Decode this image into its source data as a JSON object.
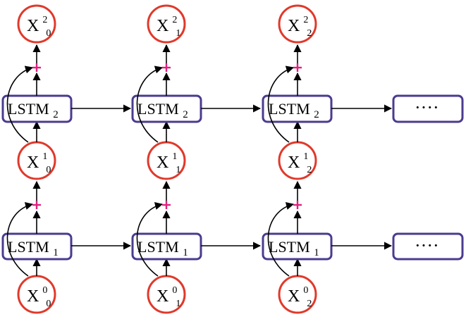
{
  "diagram": {
    "base_symbol": "X",
    "lstm_label": "LSTM",
    "ellipsis": "····",
    "colors": {
      "node_stroke": "#e0392b",
      "box_stroke": "#4b3b8f",
      "plus": "#e0207f",
      "arrow": "#000000"
    },
    "columns": [
      {
        "inputs": [
          {
            "sup": "0",
            "sub": "0"
          },
          {
            "sup": "1",
            "sub": "0"
          },
          {
            "sup": "2",
            "sub": "0"
          }
        ]
      },
      {
        "inputs": [
          {
            "sup": "0",
            "sub": "1"
          },
          {
            "sup": "1",
            "sub": "1"
          },
          {
            "sup": "2",
            "sub": "1"
          }
        ]
      },
      {
        "inputs": [
          {
            "sup": "0",
            "sub": "2"
          },
          {
            "sup": "1",
            "sub": "2"
          },
          {
            "sup": "2",
            "sub": "2"
          }
        ]
      }
    ],
    "layers": [
      {
        "subscript": "1"
      },
      {
        "subscript": "2"
      }
    ]
  }
}
